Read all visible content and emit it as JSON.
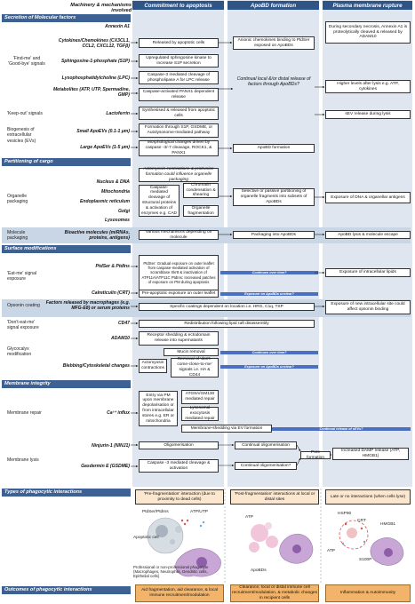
{
  "header": {
    "title": "Machinery & mechanisms involved",
    "col1": "Commitment to apoptosis",
    "col2": "ApoBD formation",
    "col3": "Plasma membrane rupture"
  },
  "sections": {
    "s1": "Secretion of Molecular factors",
    "s2": "Partitioning of cargo",
    "s3": "Surface modifications",
    "s4": "Membrane integrity",
    "s5": "Types of phagocytic interactions",
    "s6": "Outcomes of phagocytic interactions"
  },
  "categories": {
    "findme": "'Find-me' and 'Good-bye' signals",
    "keepout": "'Keep-out' signals",
    "biogenesis": "Biogenesis of extracellular vesicles (EVs)",
    "organelle": "Organelle packaging",
    "molecule": "Molecule packaging",
    "eatme": "'Eat-me' signal exposure",
    "opsonin": "Opsonin coating",
    "donteat": "'Don't-eat-me' signal exposure",
    "glyco": "Glycocalyx modification",
    "repair": "Membrane repair",
    "lysis": "Membrane lysis"
  },
  "mechs": {
    "annexin": "Annexin A1",
    "cyto": "Cytokines/Chemokines (CX3CL1, CCL2, CXCL12, TGFβ)",
    "s1p": "Sphingosine-1-phosphate (S1P)",
    "lpc": "Lysophosphatidylcholine (LPC)",
    "metab": "Metabolites (ATP, UTP, Spermadine, GMP)",
    "lacto": "Lactoferrin",
    "small": "Small ApoEVs (0.1-1 μm)",
    "large": "Large ApoEVs (1-5 μm)",
    "nucleus": "Nucleus & DNA",
    "mito": "Mitochondria",
    "er": "Endoplasmic reticulum",
    "golgi": "Golgi",
    "lyso": "Lysosomes",
    "bioactive": "Bioactive molecules (miRNAs, proteins, antigens)",
    "ptdser": "PtdSer & PtdIns",
    "calret": "Calreticulin (CRT)",
    "factors": "Factors released by macrophages (e.g. MFG-E8) or serum proteins",
    "cd47": "CD47",
    "adam": "ADAM10",
    "bleb": "Blebbing/Cytoskeletal changes",
    "ca": "Ca²⁺ influx",
    "ninj": "Ninjurin-1 (NINJ1)",
    "gsdme": "Gasdermin E (GSDME)"
  },
  "boxes": {
    "annexin_r": "During secondary necrosis, Annexin A1 is proteolytically cleaved & released by ADAM10",
    "cyto_c": "Released by apoptotic cells",
    "cyto_m": "Anionic chemokines binding to PtdSer exposed on ApoBDs",
    "s1p_c": "Upregulated sphingosine kinase to increase S1P secretion",
    "lpc_c": "Caspase-3 mediated cleavage of phospholipase A for LPC release",
    "lpc_r": "Higher levels after lysis e.g. ATP, cytokines",
    "metab_c": "Caspase-activated PANX1 dependent release",
    "middle_big": "Continual local &/or distal release of factors through ApoBDs?",
    "lacto_c": "Synthesised & released from apoptotic cells",
    "lacto_r": "sEV release during lysis",
    "small_c": "Formation through S1P, GSDME, or Autolysosome-mediated pathway",
    "large_c": "Morphological changes driven by caspase -3/-7 cleavage, ROCK1, & PANX1",
    "large_m": "ApoBD formation",
    "acto": "Actomyosin contractions & protrusion formation could influence organelle packaging",
    "casp": "Caspase-mediated cleavage of structural proteins & activation of enzymes e.g. CAD",
    "chrom": "Chromatin condensation & shearing",
    "frag": "Organelle fragmentation",
    "selective": "Selective or passive partitioning of organelle fragments into subsets of ApoBDs",
    "exposure_dna": "Exposure of DNA & organellar antigens",
    "mol_c": "Various mechanisms depending on molecule",
    "mol_m": "Packaging into ApoBDs",
    "mol_r": "ApoBD lysis & molecule escape",
    "ptd_c": "PtdSer: Gradual exposure on outer leaflet from caspase-mediated activation of scramblase Xkr8 & inactivation of ATP11A/ATP11C PtdIns: Increased patches of exposure on PM during apoptosis",
    "ptd_arrow": "Continues over time?",
    "ptd_r": "Exposure of intracellular lipids",
    "crt_c": "Pre-apoptotic exposure on outer leaflet",
    "crt_arrow": "Exposure on ApoBDs unclear?",
    "ops_c": "Specific coatings dependent on location i.e. HRG, C1q, TSP",
    "ops_r": "Exposure of new intracellular site could affect opsonin binding",
    "cd47_c": "Redistribution following lipid raft disassembly",
    "adam_c": "Receptor shedding & ectodomain release into supernatants",
    "mucin": "Mucin removal",
    "mucin_arrow": "Continues over time?",
    "actomyo2": "Actomyosin contractions",
    "removal": "Removal of 'don't-come-close-to-me' signals i.e. HA & CD44",
    "removal_arrow": "Exposure on ApoBDs unclear?",
    "entry": "Entry via PM upon membrane depolarisation or from intracellular stores e.g. ER or mitochondria",
    "atg": "ATG9A/GM130 mediated repair",
    "lysoexo": "Lysosomal exocytosis mediated repair",
    "shedding": "Membrane-shedding via EV formation",
    "shedding_arrow": "Continual release of sEVs?",
    "ninj_c": "Oligomerisation",
    "ninj_m": "Continual oligomerisation",
    "pore": "Pore formation",
    "damp": "Increased DAMP release (ATP, HMGB1)",
    "gsd_c": "Caspase -3 mediated cleavage & activation",
    "gsd_m": "Continual oligomerisation?"
  },
  "types": {
    "t1": "'Pre-fragmentation' interaction (due to proximity to dead cells)",
    "t2": "'Post-fragmentation' interactions at local or distal sites",
    "t3": "Late or no interactions (when cells lyse)"
  },
  "illus": {
    "ptdser": "PtdSer/PtdIns",
    "atputp": "ATP/UTP",
    "apoptotic": "Apoptotic cell",
    "phago": "Professional or non-professional phagocyte (Macrophages, Neutrophils, Dendritic cells, Epithelial cells)",
    "atp2": "ATP",
    "apobds": "ApoBDs",
    "hsp": "HSP90",
    "crt": "CRT",
    "hmgb": "HMGB1",
    "atp3": "ATP",
    "s100": "S100P"
  },
  "outcomes": {
    "o1": "Aid fragmentation, aid clearance, & local immune recruitment/modulation",
    "o2": "Clearance, local or distal immune cell recruitment/modulation, & metabolic changes in recipient cells",
    "o3": "Inflammation & Autoimmunity"
  },
  "colors": {
    "header": "#2f5486",
    "section": "#3d6193",
    "column": "#dfe6f0",
    "arrow": "#4a6fc3",
    "outcome": "#f2b46b"
  }
}
